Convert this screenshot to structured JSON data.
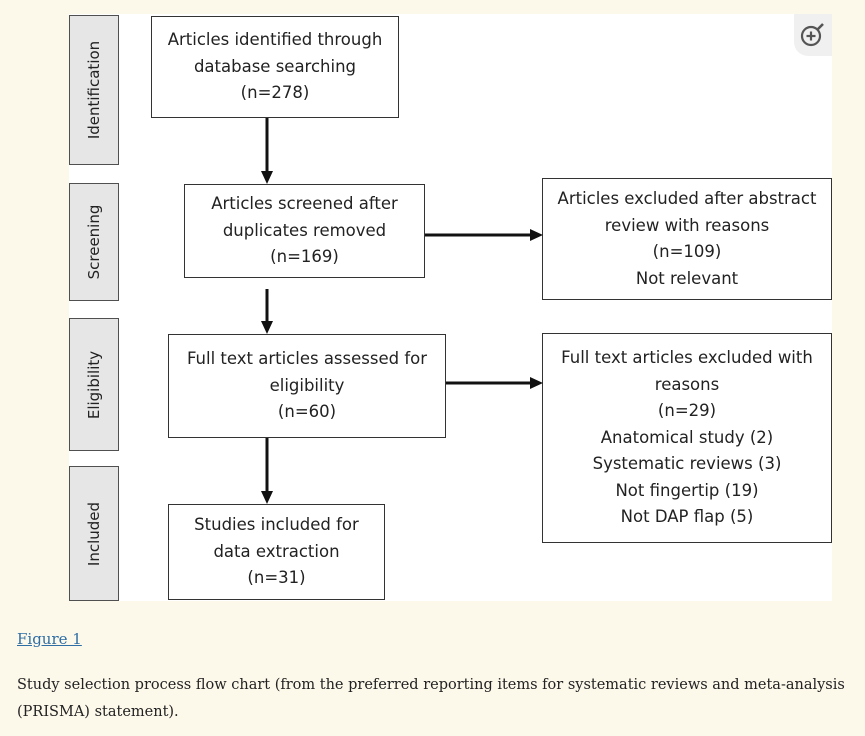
{
  "stages": [
    "Identification",
    "Screening",
    "Eligibility",
    "Included"
  ],
  "boxes": {
    "identified": [
      "Articles identified through",
      "database searching",
      "(n=278)"
    ],
    "screened": [
      "Articles screened after",
      "duplicates removed",
      "(n=169)"
    ],
    "excluded_abstract": [
      "Articles excluded after abstract",
      "review with reasons",
      "(n=109)",
      "Not relevant"
    ],
    "fulltext": [
      "Full text articles assessed for",
      "eligibility",
      "(n=60)"
    ],
    "excluded_fulltext": [
      "Full text articles excluded with",
      "reasons",
      "(n=29)",
      "Anatomical study (2)",
      "Systematic reviews (3)",
      "Not fingertip (19)",
      "Not DAP flap (5)"
    ],
    "included": [
      "Studies included for",
      "data extraction",
      "(n=31)"
    ]
  },
  "figure_link": "Figure 1",
  "caption": "Study selection process flow chart (from the preferred reporting items for systematic reviews and meta-analysis (PRISMA) statement).",
  "zoom_icon": "zoom-in-icon"
}
